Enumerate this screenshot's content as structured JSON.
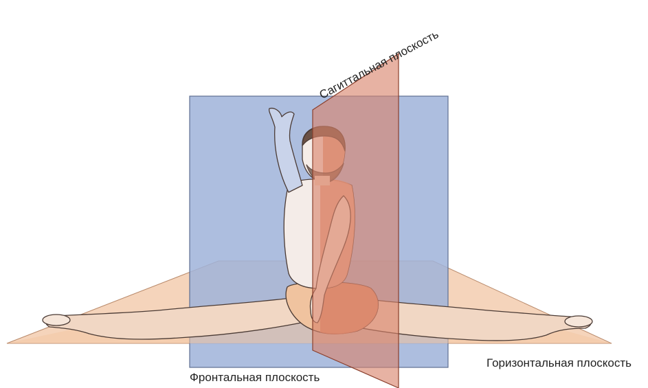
{
  "labels": {
    "sagittal": "Сагиттальная плоскость",
    "frontal": "Фронтальная плоскость",
    "horizontal": "Горизонтальная плоскость"
  },
  "colors": {
    "frontal_plane": "#9fb3d9",
    "sagittal_plane": "#d9826a",
    "horizontal_plane": "#f2c6a4",
    "skin": "#f1d7c4",
    "outline": "#4a3a34"
  }
}
